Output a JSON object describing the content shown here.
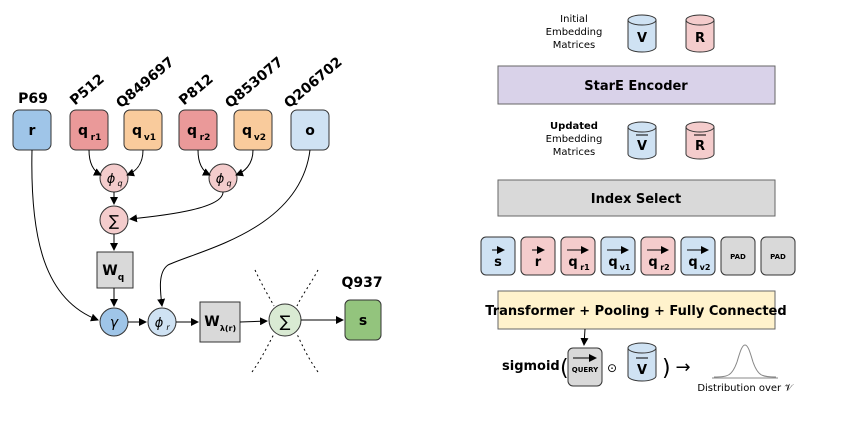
{
  "left_graph": {
    "relation_labels": {
      "r": "P69",
      "qr1": "P512",
      "qv1": "Q849697",
      "qr2": "P812",
      "qv2": "Q853077",
      "o": "Q206702",
      "s": "Q937"
    },
    "nodes": {
      "r": "r",
      "qr1_base": "q",
      "qr1_sub": "r1",
      "qv1_base": "q",
      "qv1_sub": "v1",
      "qr2_base": "q",
      "qr2_sub": "r2",
      "qv2_base": "q",
      "qv2_sub": "v2",
      "o": "o",
      "phi_q_base": "ϕ",
      "phi_q_sub": "q",
      "sum": "∑",
      "wq_base": "W",
      "wq_sub": "q",
      "gamma": "γ",
      "phi_r_base": "ϕ",
      "phi_r_sub": "r",
      "wlambda_base": "W",
      "wlambda_sub": "λ(r)",
      "s": "s"
    },
    "colors": {
      "relation_blue": "#9fc5e8",
      "qualifier_red": "#ea9999",
      "qualifier_orange": "#f9cb9c",
      "entity_lightblue": "#cfe2f3",
      "phi_pink": "#f4cccc",
      "weight_gray": "#d9d9d9",
      "sum_green": "#d9ead3",
      "output_green": "#93c47d"
    }
  },
  "right_pipeline": {
    "initial_label": [
      "Initial",
      "Embedding",
      "Matrices"
    ],
    "updated_label_bold": "Updated",
    "updated_label": [
      "Embedding",
      "Matrices"
    ],
    "matrix_v": "V",
    "matrix_r": "R",
    "encoder": "StarE Encoder",
    "index_select": "Index Select",
    "tokens": [
      {
        "base": "s",
        "sub": ""
      },
      {
        "base": "r",
        "sub": ""
      },
      {
        "base": "q",
        "sub": "r1"
      },
      {
        "base": "q",
        "sub": "v1"
      },
      {
        "base": "q",
        "sub": "r2"
      },
      {
        "base": "q",
        "sub": "v2"
      },
      {
        "base": "PAD",
        "sub": ""
      },
      {
        "base": "PAD",
        "sub": ""
      }
    ],
    "transformer": "Transformer + Pooling + Fully Connected",
    "sigmoid": "sigmoid",
    "paren_open": "(",
    "paren_close": ")",
    "query": "QUERY",
    "odot": "⊙",
    "arrow": "→",
    "distribution": "Distribution over 𝒱",
    "colors": {
      "encoder_purple": "#d9d2e9",
      "index_gray": "#d9d9d9",
      "transformer_yellow": "#fff2cc"
    }
  }
}
